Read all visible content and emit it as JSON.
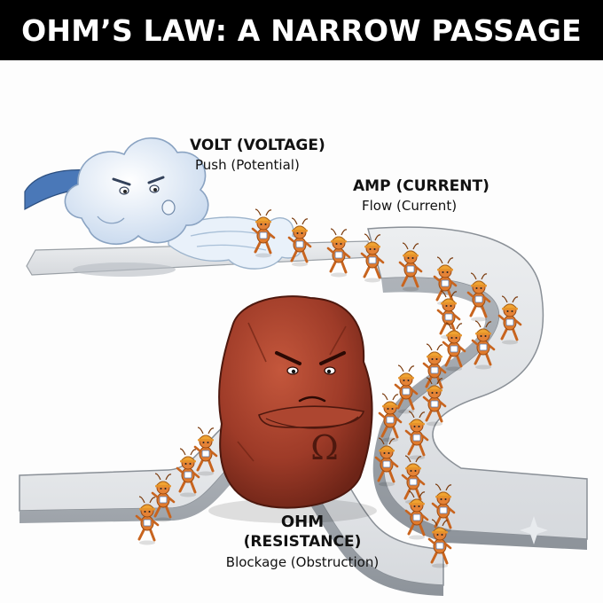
{
  "title": "OHM’S LAW: A NARROW PASSAGE",
  "volt": {
    "heading": "VOLT (VOLTAGE)",
    "sub": "Push (Potential)"
  },
  "amp": {
    "heading": "AMP (CURRENT)",
    "sub": "Flow (Current)"
  },
  "ohm": {
    "heading": "OHM",
    "heading2": "(RESISTANCE)",
    "sub": "Blockage (Obstruction)",
    "symbol": "Ω"
  },
  "colors": {
    "ant": "#e07a2c",
    "helmet": "#f0a332",
    "rock": "#9e3b28",
    "cloud": "#dbe8f6",
    "track": "#cfd3d8"
  },
  "icons": [
    "cloud-character-icon",
    "ant-character-icon",
    "rock-character-icon",
    "sparkle-icon"
  ]
}
